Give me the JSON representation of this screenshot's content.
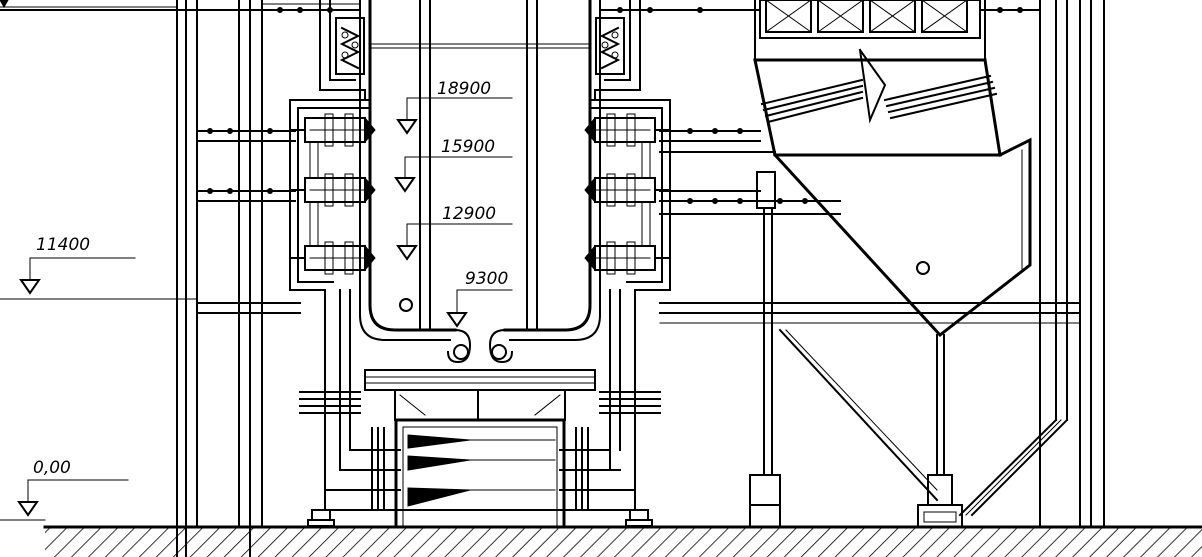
{
  "elevations": {
    "top": "18900",
    "upper": "15900",
    "middle": "12900",
    "lower": "9300",
    "left_level": "11400",
    "ground": "0,00"
  }
}
